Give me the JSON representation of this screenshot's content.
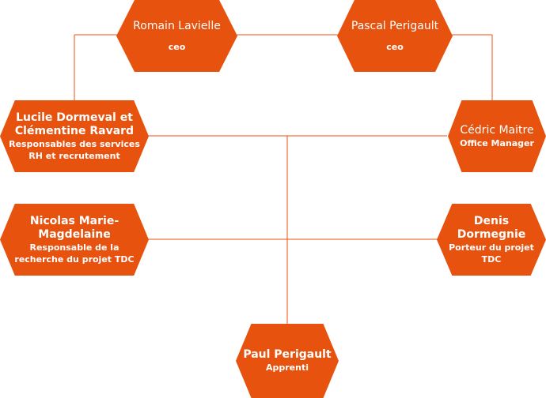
{
  "colors": {
    "node": "#e8520f",
    "line": "#e8520f"
  },
  "nodes": [
    {
      "id": "romain",
      "name": "Romain Lavielle",
      "role": "ceo"
    },
    {
      "id": "pascal",
      "name": "Pascal Perigault",
      "role": "ceo"
    },
    {
      "id": "lucile",
      "name": "Lucile Dormeval et\nClémentine Ravard",
      "role": "Responsables des services\nRH et recrutement"
    },
    {
      "id": "cedric",
      "name": "Cédric Maitre",
      "role": "Office Manager"
    },
    {
      "id": "nicolas",
      "name": "Nicolas Marie-\nMagdelaine",
      "role": "Responsable de la\nrecherche du projet TDC"
    },
    {
      "id": "denis",
      "name": "Denis\nDormegnie",
      "role": "Porteur du projet\nTDC"
    },
    {
      "id": "paul",
      "name": "Paul Perigault",
      "role": "Apprenti"
    }
  ]
}
